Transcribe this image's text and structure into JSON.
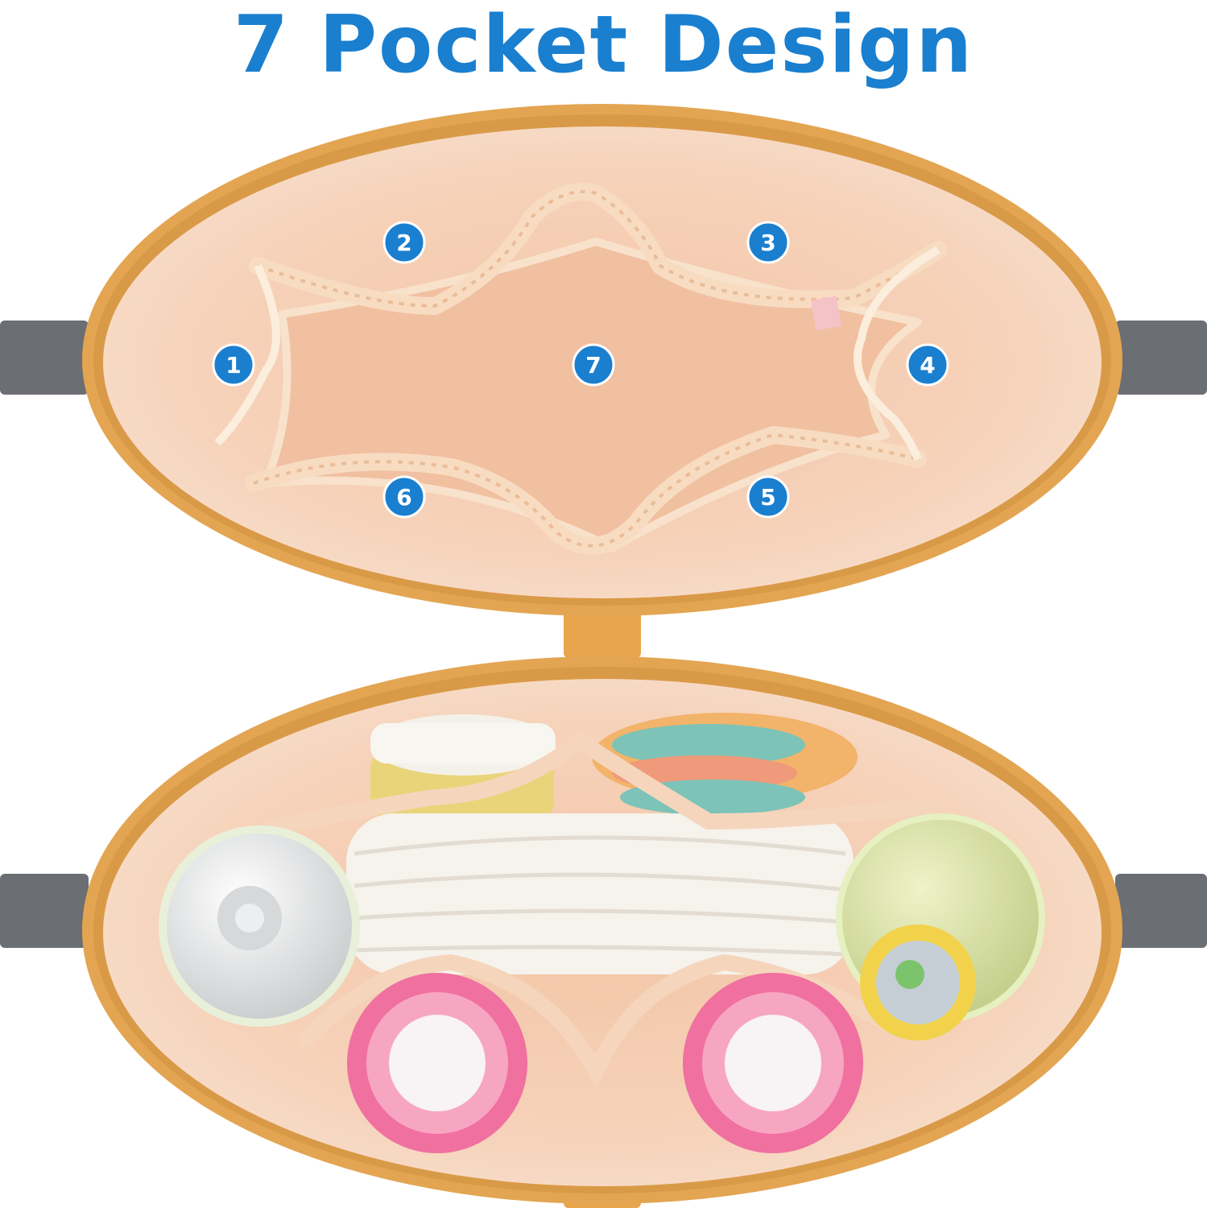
{
  "headline": "7 Pocket Design",
  "colors": {
    "headline": "#1a7fcf",
    "badge": "#1a7fcf",
    "bag_shell": "#e3a552",
    "lining": "#f6d2b6",
    "strap": "#6b6e73"
  },
  "pockets": [
    {
      "number": "1"
    },
    {
      "number": "2"
    },
    {
      "number": "3"
    },
    {
      "number": "4"
    },
    {
      "number": "5"
    },
    {
      "number": "6"
    },
    {
      "number": "7"
    }
  ]
}
